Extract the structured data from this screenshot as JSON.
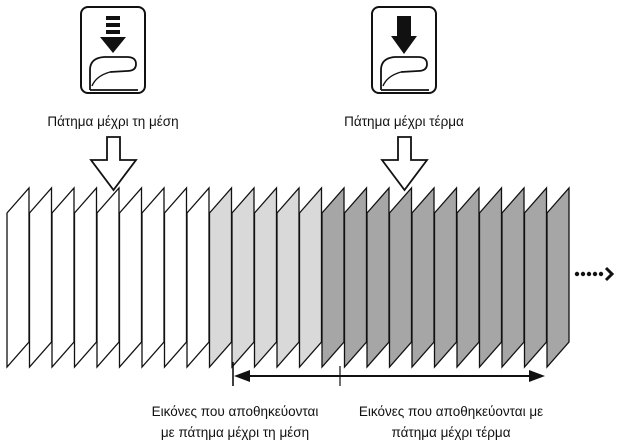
{
  "buttons": [
    {
      "label": "Πάτημα μέχρι τη μέση",
      "icon": "shutter-half-press-icon"
    },
    {
      "label": "Πάτημα μέχρι τέρμα",
      "icon": "shutter-full-press-icon"
    }
  ],
  "frames": {
    "white_count": 9,
    "light_gray_count": 5,
    "dark_gray_count": 11,
    "colors": {
      "white": "#ffffff",
      "light_gray": "#d9d9d9",
      "dark_gray": "#a6a6a6",
      "stroke": "#111111"
    },
    "continuation_icon": "continuation-dots-arrow-icon"
  },
  "ranges": [
    {
      "line1": "Εικόνες που αποθηκεύονται",
      "line2": "με πάτημα μέχρι τη μέση"
    },
    {
      "line1": "Εικόνες που αποθηκεύονται με",
      "line2": "πάτημα μέχρι τέρμα"
    }
  ]
}
